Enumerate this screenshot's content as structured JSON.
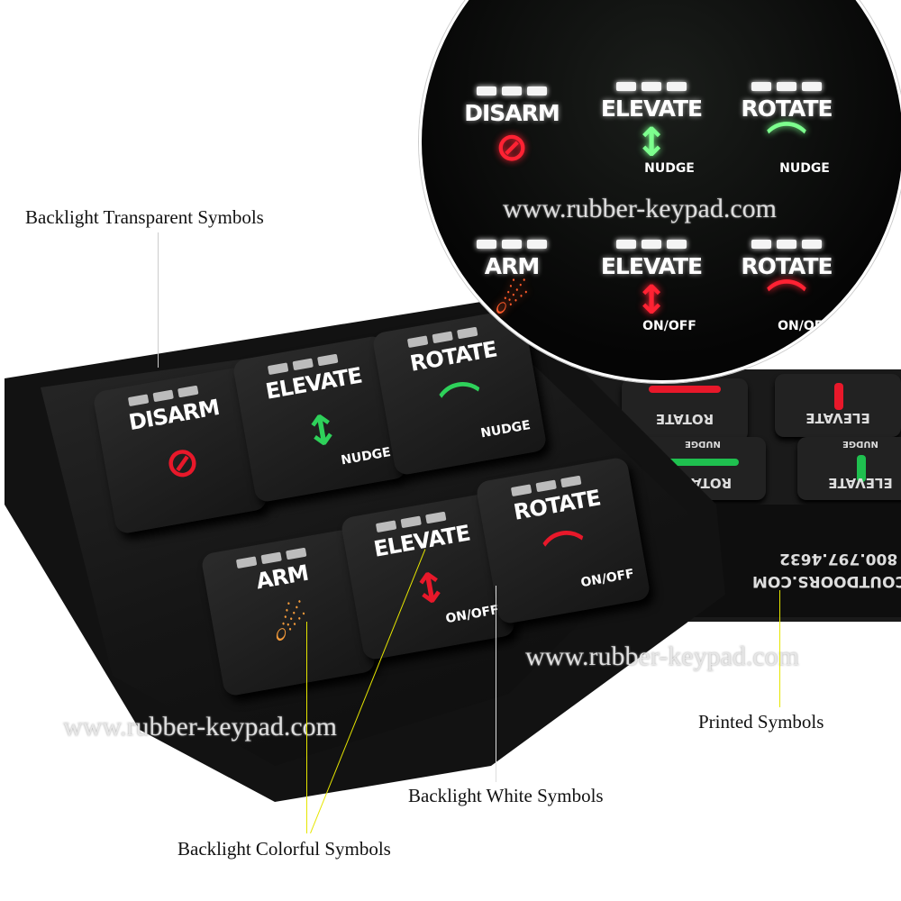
{
  "main_keypad": {
    "keys": [
      {
        "label": "DISARM",
        "sub": "",
        "symbol": "⊘",
        "color": "#e8182a"
      },
      {
        "label": "ELEVATE",
        "sub": "NUDGE",
        "symbol": "↕",
        "color": "#2ed15a"
      },
      {
        "label": "ROTATE",
        "sub": "NUDGE",
        "symbol": "⌒",
        "color": "#2ed15a"
      },
      {
        "label": "ARM",
        "sub": "",
        "symbol": "☄",
        "color": "#f39a3a"
      },
      {
        "label": "ELEVATE",
        "sub": "ON/OFF",
        "symbol": "↕",
        "color": "#e8182a"
      },
      {
        "label": "ROTATE",
        "sub": "ON/OFF",
        "symbol": "⌒",
        "color": "#e8182a"
      }
    ]
  },
  "inset_keys": [
    {
      "label": "DISARM",
      "sub": "",
      "symbol": "⊘",
      "color": "#ff2233"
    },
    {
      "label": "ELEVATE",
      "sub": "NUDGE",
      "symbol": "↕",
      "color": "#7dff8e"
    },
    {
      "label": "ROTATE",
      "sub": "NUDGE",
      "symbol": "⌒",
      "color": "#7dff8e"
    },
    {
      "label": "ARM",
      "sub": "",
      "symbol": "☄",
      "color": "#ff5a2a"
    },
    {
      "label": "ELEVATE",
      "sub": "ON/OFF",
      "symbol": "↕",
      "color": "#ff2233"
    },
    {
      "label": "ROTATE",
      "sub": "ON/OFF",
      "symbol": "⌒",
      "color": "#ff2233"
    }
  ],
  "second_keypad": {
    "keys": [
      "ROTATE",
      "ELEVATE",
      "ROTATE",
      "ELEVATE"
    ],
    "subs": [
      "NUDGE",
      "NUDGE"
    ],
    "phone": "800.797.4632",
    "website": "MECOUTDOORS.COM"
  },
  "watermark": "www.rubber-keypad.com",
  "annotations": {
    "transparent": "Backlight Transparent Symbols",
    "colorful": "Backlight Colorful Symbols",
    "white": "Backlight White Symbols",
    "printed": "Printed Symbols"
  },
  "colors": {
    "leader_yellow": "#e6e600",
    "leader_grey": "#bbbbbb"
  }
}
